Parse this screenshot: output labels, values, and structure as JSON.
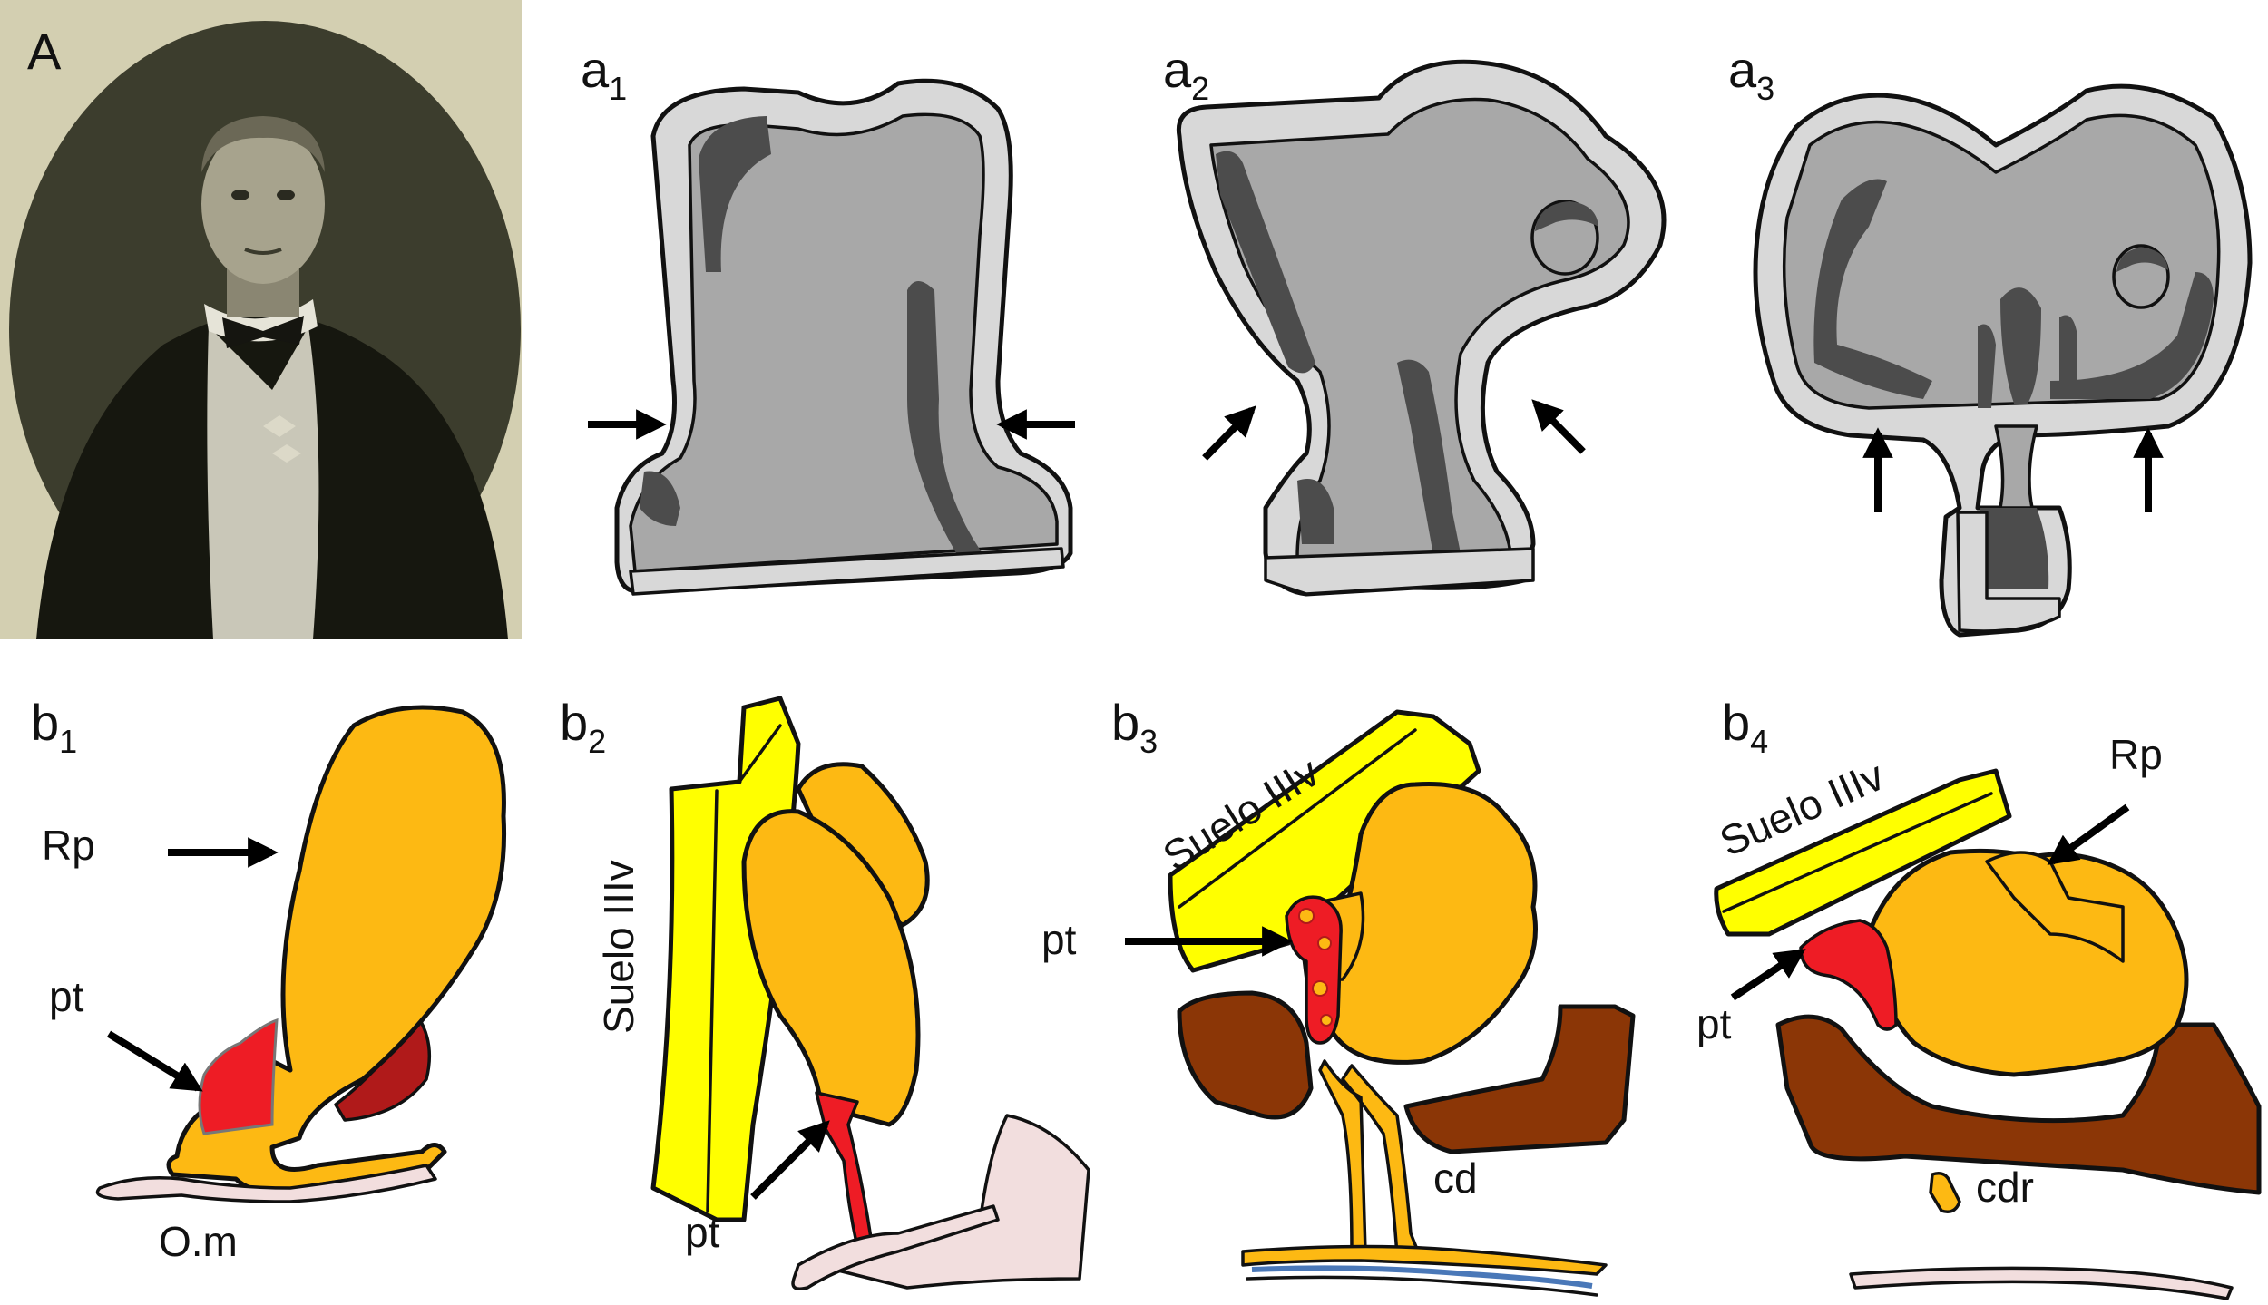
{
  "panels": {
    "A": "A",
    "a1": {
      "main": "a",
      "sub": "1"
    },
    "a2": {
      "main": "a",
      "sub": "2"
    },
    "a3": {
      "main": "a",
      "sub": "3"
    },
    "b1": {
      "main": "b",
      "sub": "1"
    },
    "b2": {
      "main": "b",
      "sub": "2"
    },
    "b3": {
      "main": "b",
      "sub": "3"
    },
    "b4": {
      "main": "b",
      "sub": "4"
    }
  },
  "labels": {
    "b1_rp": "Rp",
    "b1_pt": "pt",
    "b1_om": "O.m",
    "b2_suelo": "Suelo IIIv",
    "b2_pt": "pt",
    "b3_suelo": "Suelo IIIv",
    "b3_pt": "pt",
    "b3_cd": "cd",
    "b4_suelo": "Suelo IIIv",
    "b4_rp": "Rp",
    "b4_pt": "pt",
    "b4_cdr": "cdr"
  },
  "colors": {
    "portrait_bg": "#d3cfb1",
    "portrait_oval": "#3c3d2d",
    "light_gray": "#d8d8d8",
    "mid_gray": "#a8a8a8",
    "dark_gray": "#4c4c4c",
    "orange": "#fdb913",
    "yellow": "#ffff00",
    "red": "#ee1c25",
    "dark_red": "#b01a1a",
    "brown": "#8b3606",
    "pink": "#f2dede",
    "blue": "#4a78b8"
  }
}
